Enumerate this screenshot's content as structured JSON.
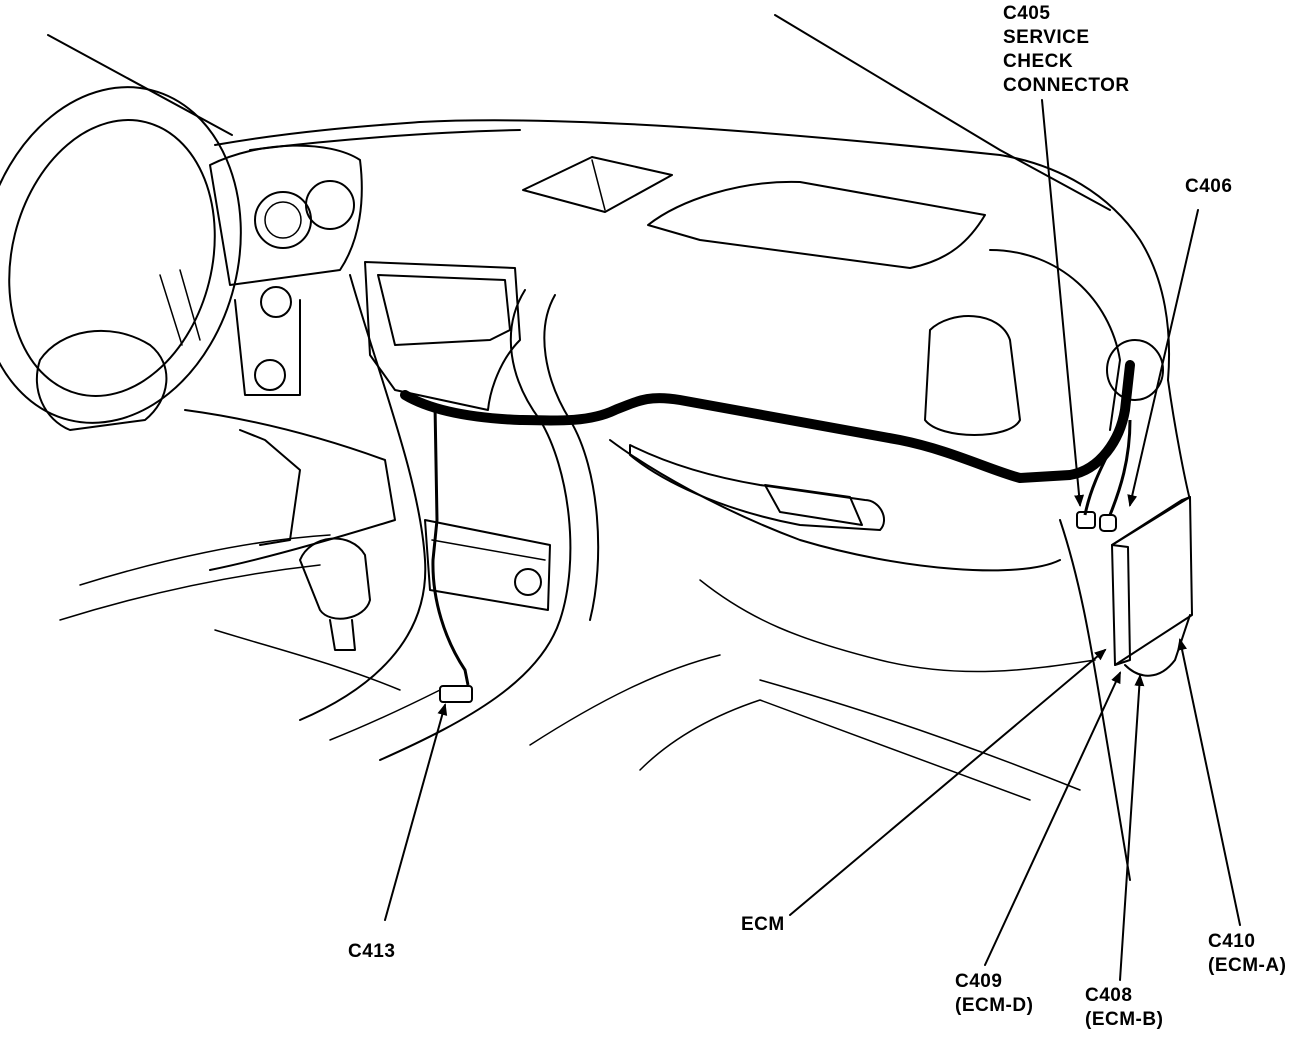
{
  "labels": {
    "c405": [
      "C405",
      "SERVICE",
      "CHECK",
      "CONNECTOR"
    ],
    "c406": "C406",
    "c413": "C413",
    "ecm": "ECM",
    "c409": [
      "C409",
      "(ECM-D)"
    ],
    "c408": [
      "C408",
      "(ECM-B)"
    ],
    "c410": [
      "C410",
      "(ECM-A)"
    ]
  }
}
